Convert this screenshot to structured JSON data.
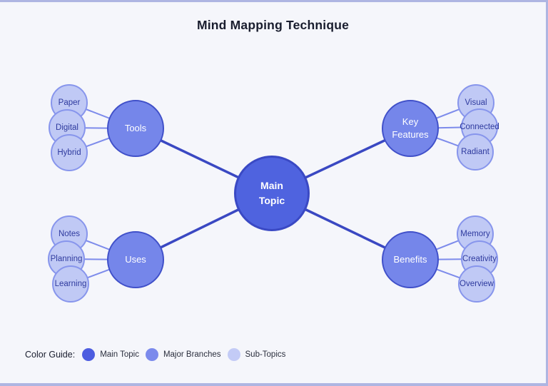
{
  "title": "Mind Mapping Technique",
  "colors": {
    "background": "#f5f6fb",
    "page_border": "#aeb5e2",
    "title_text": "#191d2e",
    "main_topic_fill": "#4f63df",
    "main_topic_border": "#3a49c4",
    "major_branch_fill": "#7586ea",
    "major_branch_border": "#4050c9",
    "sub_topic_fill": "#c0c9f5",
    "sub_topic_border": "#8795ec",
    "node_text": "#ffffff",
    "sub_topic_text": "#2e3a9e",
    "connector_main": "#3a48c2",
    "connector_branch": "#7d8beb",
    "legend_text": "#2a2e3d"
  },
  "mindmap": {
    "center": {
      "label": "Main Topic"
    },
    "branches": [
      {
        "label": "Tools",
        "subs": [
          "Paper",
          "Digital",
          "Hybrid"
        ]
      },
      {
        "label": "Key Features",
        "subs": [
          "Visual",
          "Connected",
          "Radiant"
        ]
      },
      {
        "label": "Uses",
        "subs": [
          "Notes",
          "Planning",
          "Learning"
        ]
      },
      {
        "label": "Benefits",
        "subs": [
          "Memory",
          "Creativity",
          "Overview"
        ]
      }
    ]
  },
  "legend": {
    "label": "Color Guide:",
    "items": [
      {
        "label": "Main Topic",
        "color": "#4d5de0"
      },
      {
        "label": "Major Branches",
        "color": "#7b8aec"
      },
      {
        "label": "Sub-Topics",
        "color": "#c3cbf6"
      }
    ]
  }
}
